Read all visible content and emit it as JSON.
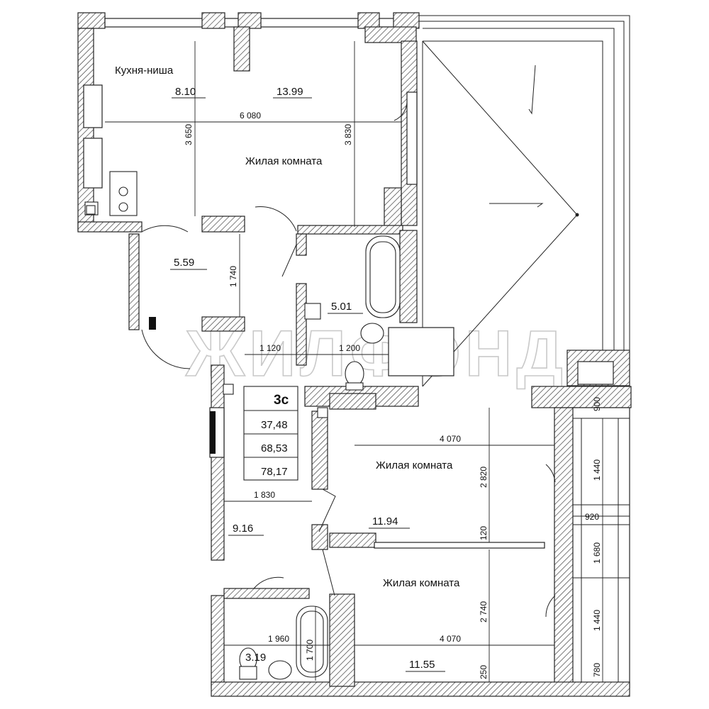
{
  "rooms": [
    {
      "name": "Кухня-ниша",
      "area": "8.10"
    },
    {
      "name": "",
      "area": "13.99"
    },
    {
      "name": "Жилая комната",
      "area": ""
    },
    {
      "name": "",
      "area": "5.59"
    },
    {
      "name": "",
      "area": "5.01"
    },
    {
      "name": "Жилая комната",
      "area": "11.94"
    },
    {
      "name": "",
      "area": "9.16"
    },
    {
      "name": "Жилая комната",
      "area": "11.55"
    },
    {
      "name": "",
      "area": "3.19"
    }
  ],
  "summary": {
    "code": "3с",
    "living_area": "37,48",
    "total_area": "68,53",
    "total_with_balcony": "78,17"
  },
  "dimensions": {
    "kitchen_width": "6 080",
    "kitchen_height_left": "3 650",
    "kitchen_height_right": "3 830",
    "hall_height": "1 740",
    "hall_width": "1 120",
    "bath_width": "1 200",
    "room2_width": "4 070",
    "room2_height": "2 820",
    "corridor_width": "1 830",
    "wall_120": "120",
    "room3_height": "2 740",
    "room3_width": "4 070",
    "bath2_width": "1 960",
    "bath2_height": "1 700",
    "wall_250": "250",
    "balcony_1440_a": "1 440",
    "balcony_920": "920",
    "balcony_1680": "1 680",
    "balcony_1440_b": "1 440",
    "balcony_780": "780",
    "balcony_top": "900"
  },
  "watermark": "ЖИЛФОНД"
}
